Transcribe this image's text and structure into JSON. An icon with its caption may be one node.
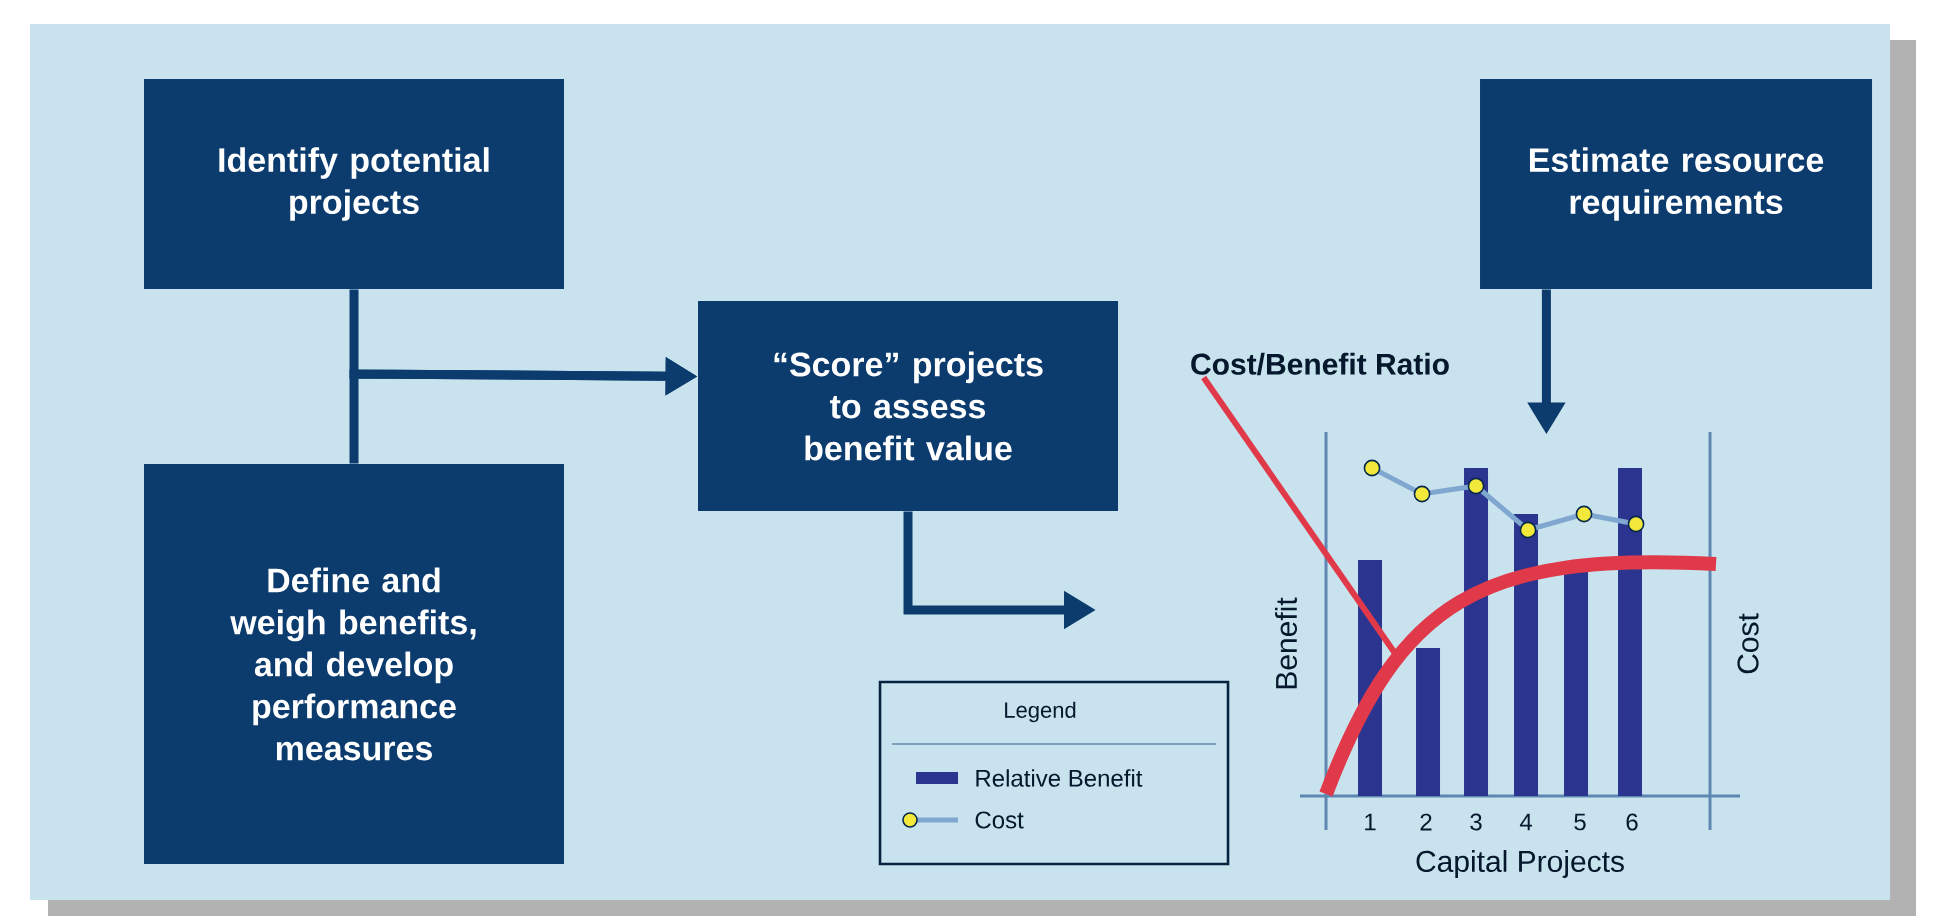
{
  "diagram": {
    "nodes": [
      {
        "text": [
          "Identify potential projects"
        ]
      },
      {
        "text": [
          "Define and weigh benefits, and develop performance measures"
        ]
      },
      {
        "text": [
          "“Score” projects to assess benefit value"
        ]
      },
      {
        "text": [
          "Estimate resource requirements"
        ]
      },
      {
        "text": [],
        "shape": "picture"
      },
      {
        "text": [
          "Cost/Benefit Ratio"
        ]
      }
    ],
    "edges": [
      {
        "from": 0,
        "to": 2,
        "arrow": "to"
      },
      {
        "from": 1,
        "to": 2,
        "arrow": "to"
      },
      {
        "from": 2,
        "to": null,
        "arrow": "to"
      },
      {
        "from": 3,
        "to": 4,
        "arrow": "to"
      },
      {
        "from": 5,
        "to": 4,
        "arrow": "none",
        "color": "#e0394a"
      }
    ],
    "labels": [
      "Legend",
      "Benefit",
      "Cost",
      "1",
      "2",
      "3",
      "4",
      "5",
      "6",
      "Capital Projects"
    ],
    "legend": [
      {
        "text": "Relative Benefit",
        "color": "#2b3590"
      },
      {
        "text": "Cost"
      }
    ]
  }
}
